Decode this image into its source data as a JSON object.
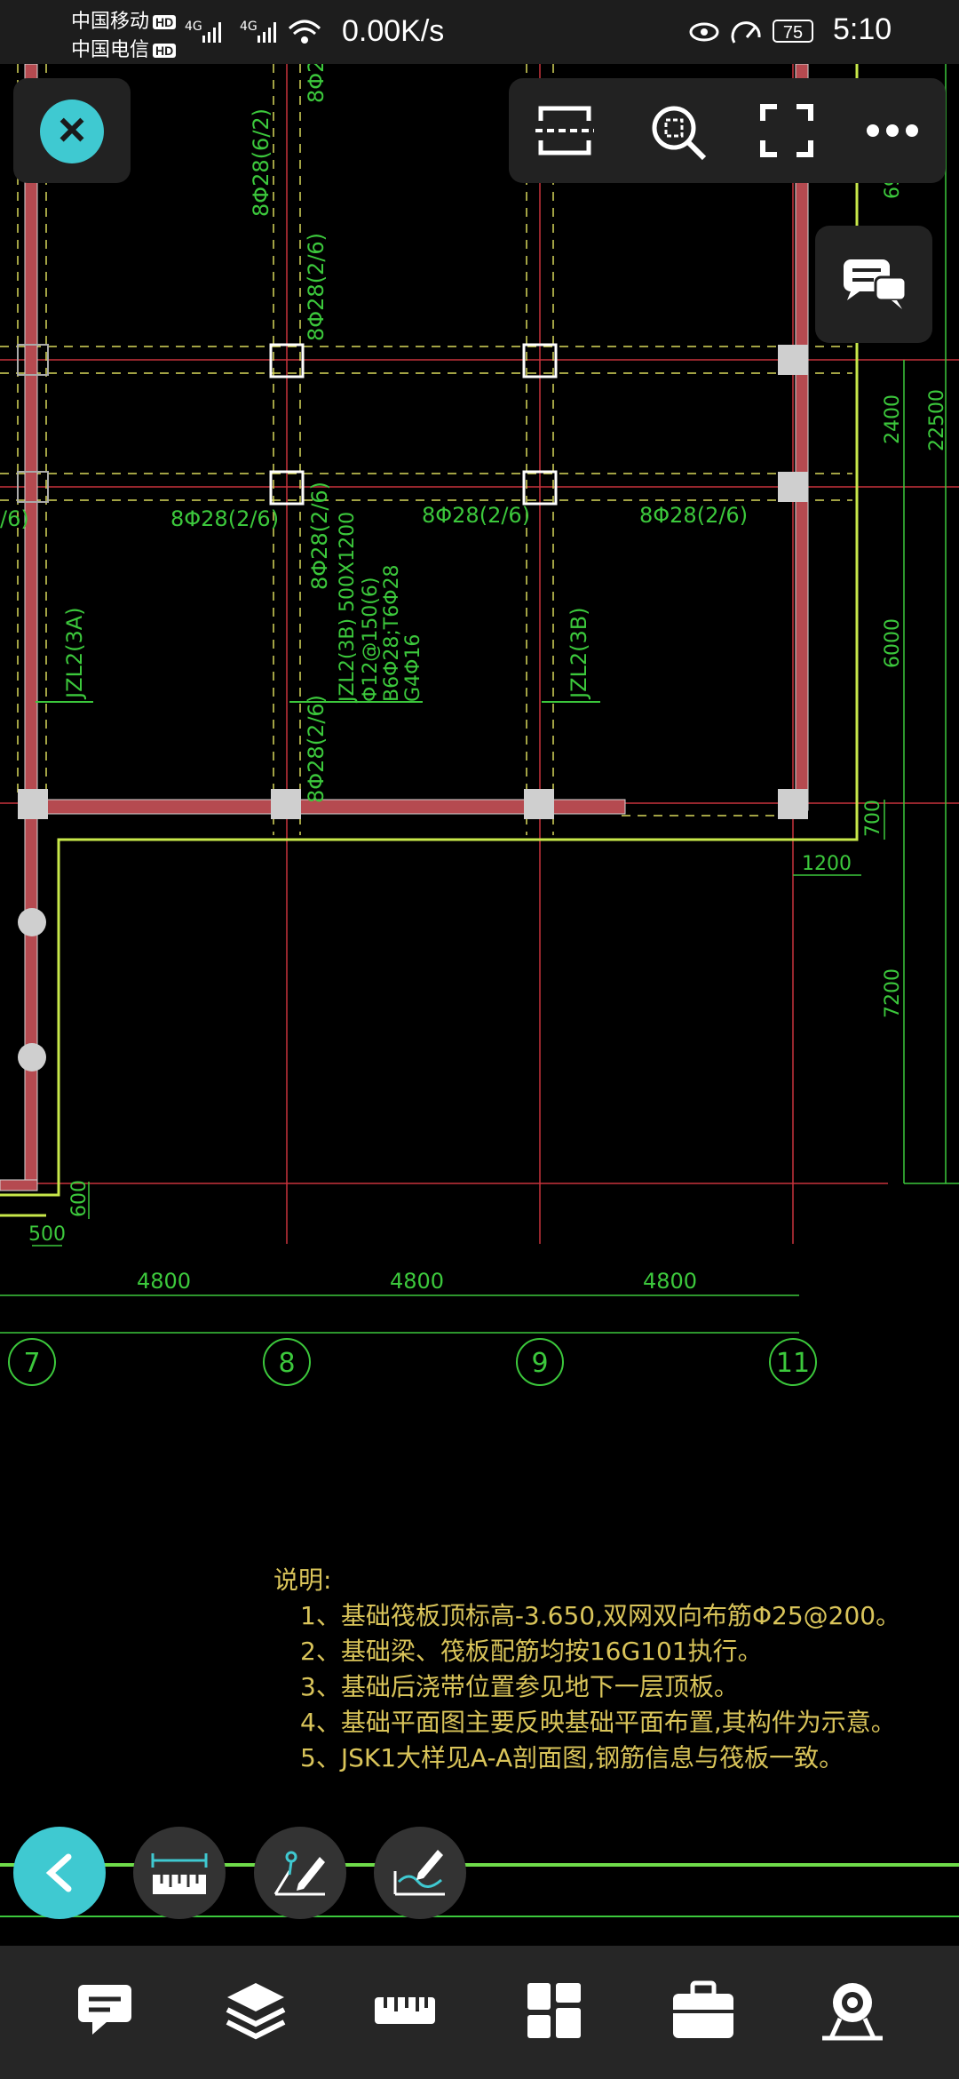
{
  "status_bar": {
    "carrier1": "中国移动",
    "carrier2": "中国电信",
    "hd": "HD",
    "net": "4G",
    "speed": "0.00K/s",
    "battery": "75",
    "time": "5:10"
  },
  "drawing": {
    "labels": {
      "top_v1": "8Φ28(6/2)",
      "top_v2": "8Φ28(2/6)",
      "top_v3": "8Φ2",
      "left_frag": "/6)",
      "h1": "8Φ28(2/6)",
      "h2": "8Φ28(2/6)",
      "h3": "8Φ28(2/6)",
      "v_mid": "8Φ28(2/6)",
      "beam_title": "JZL2(3B) 500X1200",
      "beam_stir": "Φ12@150(6)",
      "beam_b": "B6Φ28;T6Φ28",
      "beam_g": "G4Φ16",
      "jzl_a": "JZL2(3A)",
      "jzl_b": "JZL2(3B)",
      "v_low": "8Φ28(2/6)",
      "dim_top_frag": "69",
      "dim_2400": "2400",
      "dim_22500": "22500",
      "dim_6000": "6000",
      "dim_700": "700",
      "dim_1200": "1200",
      "dim_7200": "7200",
      "dim_600": "600",
      "dim_500": "500",
      "dim_4800a": "4800",
      "dim_4800b": "4800",
      "dim_4800c": "4800",
      "axis_7": "7",
      "axis_8": "8",
      "axis_9": "9",
      "axis_11": "11"
    },
    "notes": {
      "title": "说明:",
      "n1": "1、基础筏板顶标高-3.650,双网双向布筋Φ25@200。",
      "n2": "2、基础梁、筏板配筋均按16G101执行。",
      "n3": "3、基础后浇带位置参见地下一层顶板。",
      "n4": "4、基础平面图主要反映基础平面布置,其构件为示意。",
      "n5": "5、JSK1大样见A-A剖面图,钢筋信息与筏板一致。"
    }
  },
  "toolbar_icons": [
    "section-icon",
    "zoom-search-icon",
    "fullscreen-icon",
    "more-icon"
  ],
  "bottom_tools": [
    "back-icon",
    "ruler-icon",
    "annotate-icon",
    "sketch-icon"
  ],
  "bottom_nav": [
    "comment-icon",
    "layers-icon",
    "measure-icon",
    "dashboard-icon",
    "toolbox-icon",
    "vr-icon"
  ],
  "colors": {
    "accent": "#3fc9d1",
    "cad_green": "#3cc83c",
    "cad_yellow": "#e6e64a",
    "cad_red": "#c8323c",
    "note": "#d9c45a"
  }
}
